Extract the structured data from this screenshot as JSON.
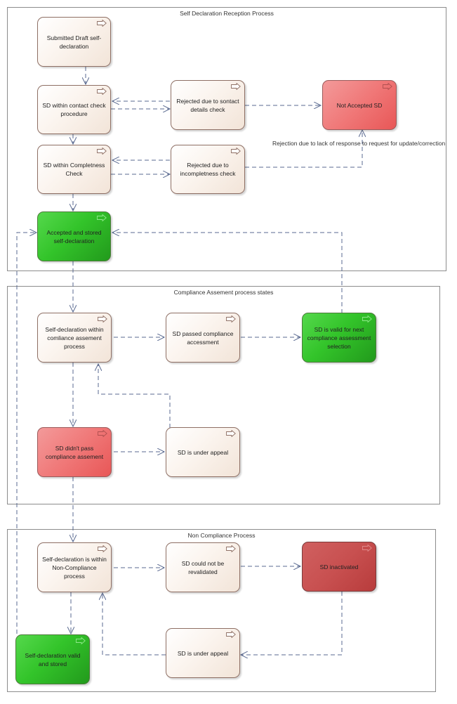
{
  "frames": {
    "reception": "Self Declaration Reception Process",
    "compliance": "Compliance Assement process states",
    "noncompliance": "Non Compliance Process"
  },
  "states": {
    "submitted_draft": "Submitted Draft self-declaration",
    "contact_check": "SD within contact check procedure",
    "rejected_contact": "Rejected due to sontact details check",
    "not_accepted": "Not Accepted SD",
    "completeness_check": "SD within Completness Check",
    "rejected_incompleteness": "Rejected due to incompletness check",
    "accepted_stored": "Accepted and stored self-declaration",
    "in_compliance_assessment": "Self-declaration within comliance assement process",
    "passed_compliance": "SD passed compliance accessment",
    "valid_next_selection": "SD is valid for next compliance assessment selection",
    "failed_compliance": "SD didn't pass compliance assement",
    "under_appeal_1": "SD is under appeal",
    "in_noncompliance": "Self-declaration is within Non-Compliance process",
    "not_revalidated": "SD could not be revalidated",
    "inactivated": "SD inactivated",
    "valid_stored": "Self-declaration valid and stored",
    "under_appeal_2": "SD is under appeal"
  },
  "labels": {
    "rejection_no_response": "Rejection due to lack of response to request for update/correction"
  },
  "colors": {
    "neutral": "#f7ede4",
    "green": "#33c42a",
    "light_red": "#f07878",
    "dark_red": "#c85050",
    "edge": "#5a6a90"
  },
  "icon": "state-icon"
}
